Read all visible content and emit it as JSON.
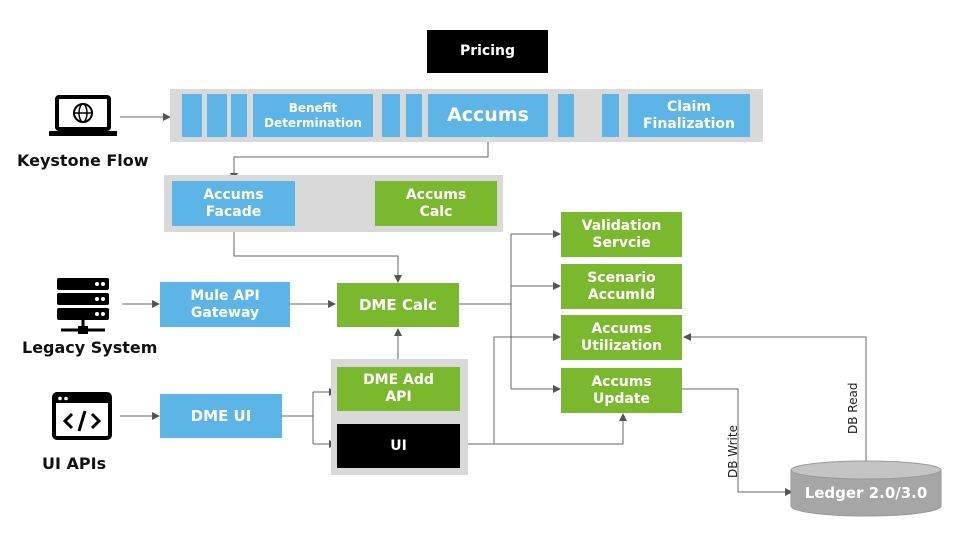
{
  "pricing": "Pricing",
  "flow_bar": {
    "benefit": "Benefit\nDetermination",
    "accums": "Accums",
    "claim": "Claim\nFinalization"
  },
  "facade": {
    "facade": "Accums\nFacade",
    "calc": "Accums\nCalc"
  },
  "center": {
    "mule": "Mule API\nGateway",
    "dme_calc": "DME Calc",
    "dme_add": "DME Add\nAPI",
    "ui": "UI",
    "dme_ui": "DME UI"
  },
  "services": {
    "validation": "Validation\nServcie",
    "scenario": "Scenario\nAccumId",
    "utilization": "Accums\nUtilization",
    "update": "Accums\nUpdate"
  },
  "ledger": "Ledger 2.0/3.0",
  "edge_labels": {
    "db_write": "DB Write",
    "db_read": "DB Read"
  },
  "sources": {
    "keystone": "Keystone Flow",
    "legacy": "Legacy System",
    "ui_apis": "UI APIs"
  },
  "icons": [
    "laptop-globe-icon",
    "server-stack-icon",
    "code-window-icon"
  ],
  "colors": {
    "blue": "#5db4e6",
    "green": "#7ab82e",
    "black": "#000000",
    "panel": "#d9d9d9",
    "ledger": "#a6a6a6"
  }
}
